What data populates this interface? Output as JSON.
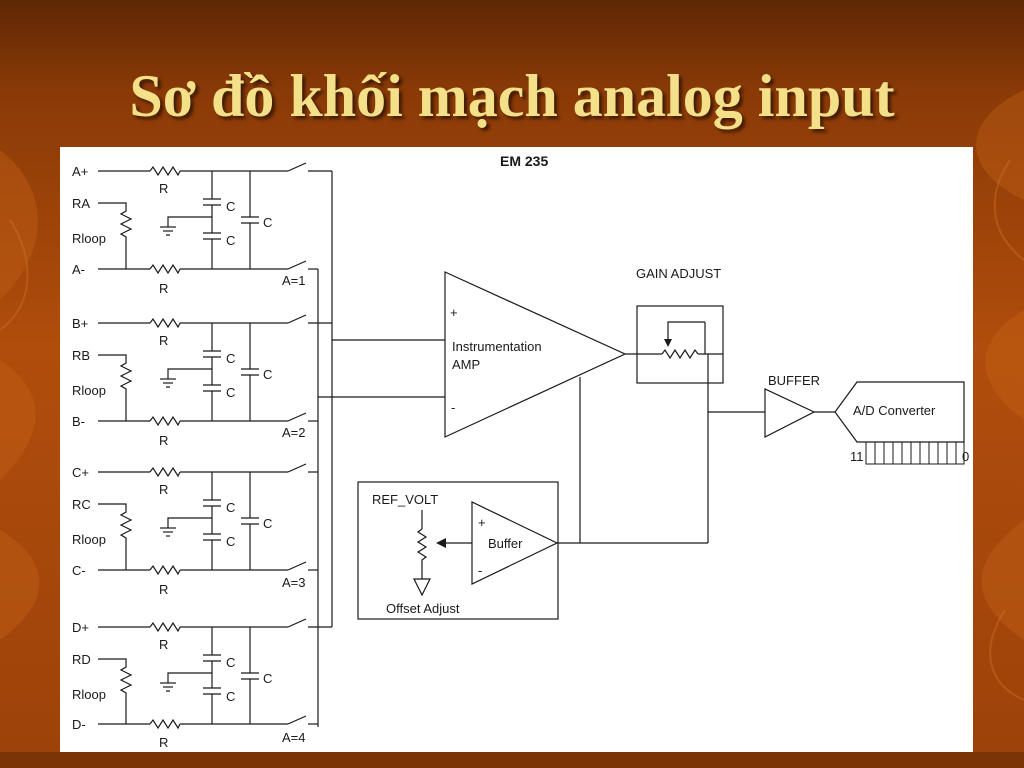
{
  "slide": {
    "title": "Sơ đồ khối mạch analog input",
    "colors": {
      "background_dark": "#6e2f06",
      "background_mid": "#b5500d",
      "title": "#f5e08a",
      "panel": "#ffffff",
      "ink": "#1a1a1a"
    }
  },
  "diagram": {
    "header": "EM 235",
    "channels": [
      {
        "plus": "A+",
        "ref": "RA",
        "loop": "Rloop",
        "minus": "A-",
        "resistor_top": "R",
        "resistor_bottom": "R",
        "cap_top": "C",
        "cap_bottom": "C",
        "cap_side": "C",
        "switch": "A=1"
      },
      {
        "plus": "B+",
        "ref": "RB",
        "loop": "Rloop",
        "minus": "B-",
        "resistor_top": "R",
        "resistor_bottom": "R",
        "cap_top": "C",
        "cap_bottom": "C",
        "cap_side": "C",
        "switch": "A=2"
      },
      {
        "plus": "C+",
        "ref": "RC",
        "loop": "Rloop",
        "minus": "C-",
        "resistor_top": "R",
        "resistor_bottom": "R",
        "cap_top": "C",
        "cap_bottom": "C",
        "cap_side": "C",
        "switch": "A=3"
      },
      {
        "plus": "D+",
        "ref": "RD",
        "loop": "Rloop",
        "minus": "D-",
        "resistor_top": "R",
        "resistor_bottom": "R",
        "cap_top": "C",
        "cap_bottom": "C",
        "cap_side": "C",
        "switch": "A=4"
      }
    ],
    "amp": {
      "line1": "Instrumentation",
      "line2": "AMP",
      "plus": "+",
      "minus": "-"
    },
    "gain_adjust": "GAIN ADJUST",
    "buffer_label": "BUFFER",
    "adc": {
      "label": "A/D Converter",
      "msb": "11",
      "lsb": "0"
    },
    "offset": {
      "ref_volt": "REF_VOLT",
      "buffer": "Buffer",
      "plus": "+",
      "minus": "-",
      "adjust": "Offset Adjust"
    }
  }
}
